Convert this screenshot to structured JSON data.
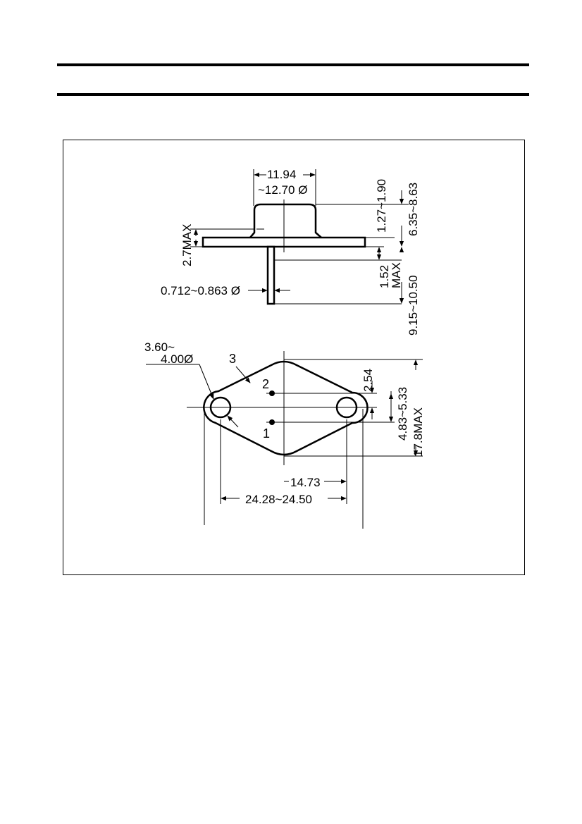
{
  "side_view": {
    "dim_cap_inner": "11.94",
    "dim_cap_outer": "~12.70 Ø",
    "dim_cap_height": "1.27~1.90",
    "dim_total_height": "6.35~8.63",
    "dim_flange_max": "2.7MAX",
    "dim_lead_dia": "0.712~0.863 Ø",
    "dim_offset_1": "1.52",
    "dim_offset_2": "MAX",
    "dim_lead_length": "9.15~10.50"
  },
  "bottom_view": {
    "dim_hole_1": "3.60~",
    "dim_hole_2": "4.00Ø",
    "label_case": "3",
    "label_pin2": "2",
    "label_pin1": "1",
    "dim_pin_spacing": "2.54",
    "dim_pin_range": "4.83~5.33",
    "dim_width_max": "17.8MAX",
    "dim_hole_spacing": "14.73",
    "dim_total_length": "24.28~24.50"
  }
}
